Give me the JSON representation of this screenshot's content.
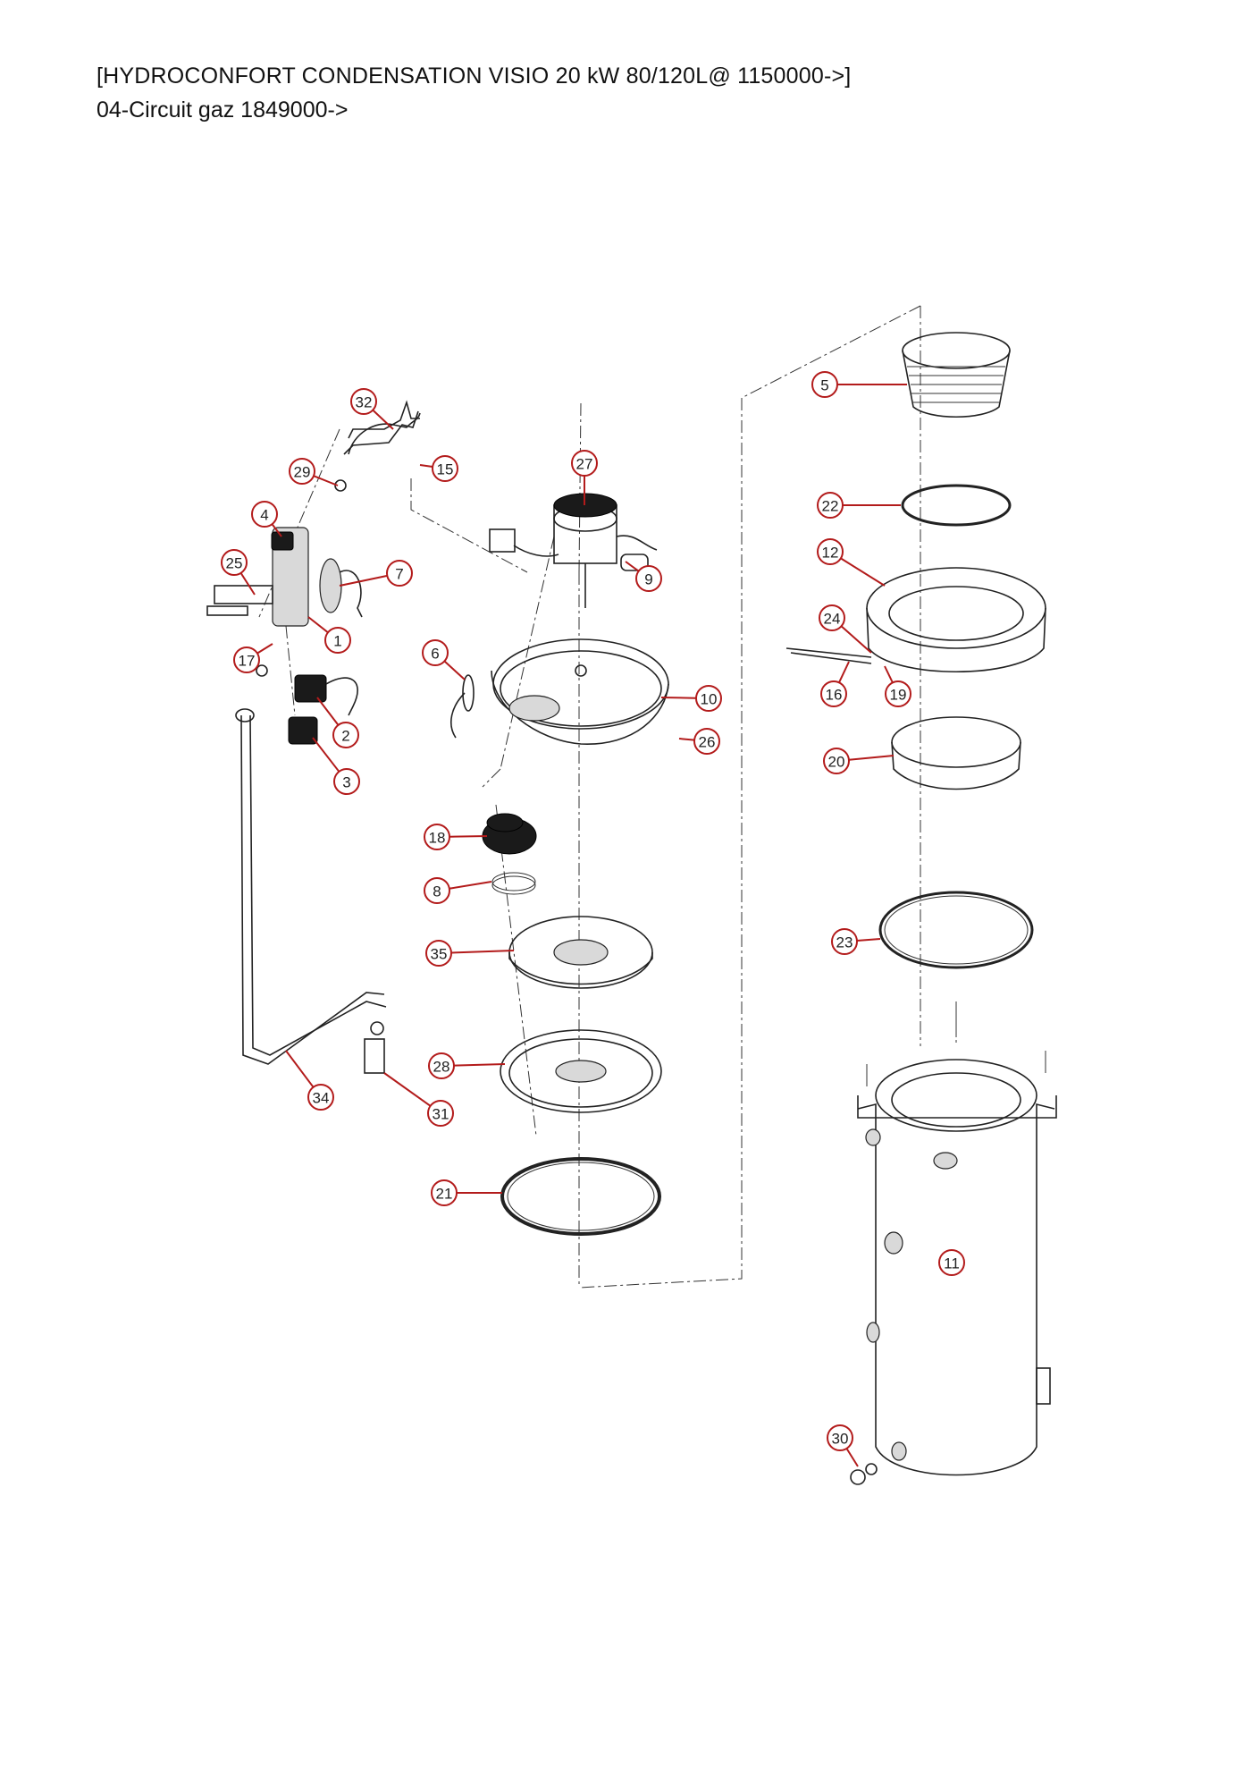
{
  "header": {
    "title": "[HYDROCONFORT CONDENSATION VISIO 20 kW 80/120L@ 1150000->]",
    "subtitle": "04-Circuit gaz 1849000->"
  },
  "callouts": [
    {
      "label": "32"
    },
    {
      "label": "15"
    },
    {
      "label": "29"
    },
    {
      "label": "27"
    },
    {
      "label": "4"
    },
    {
      "label": "25"
    },
    {
      "label": "7"
    },
    {
      "label": "9"
    },
    {
      "label": "1"
    },
    {
      "label": "17"
    },
    {
      "label": "6"
    },
    {
      "label": "10"
    },
    {
      "label": "2"
    },
    {
      "label": "26"
    },
    {
      "label": "3"
    },
    {
      "label": "18"
    },
    {
      "label": "8"
    },
    {
      "label": "35"
    },
    {
      "label": "28"
    },
    {
      "label": "34"
    },
    {
      "label": "31"
    },
    {
      "label": "21"
    },
    {
      "label": "5"
    },
    {
      "label": "22"
    },
    {
      "label": "12"
    },
    {
      "label": "24"
    },
    {
      "label": "16"
    },
    {
      "label": "19"
    },
    {
      "label": "20"
    },
    {
      "label": "23"
    },
    {
      "label": "11"
    },
    {
      "label": "30"
    }
  ],
  "colors": {
    "callout": "#b31b1b",
    "line": "#222222"
  }
}
